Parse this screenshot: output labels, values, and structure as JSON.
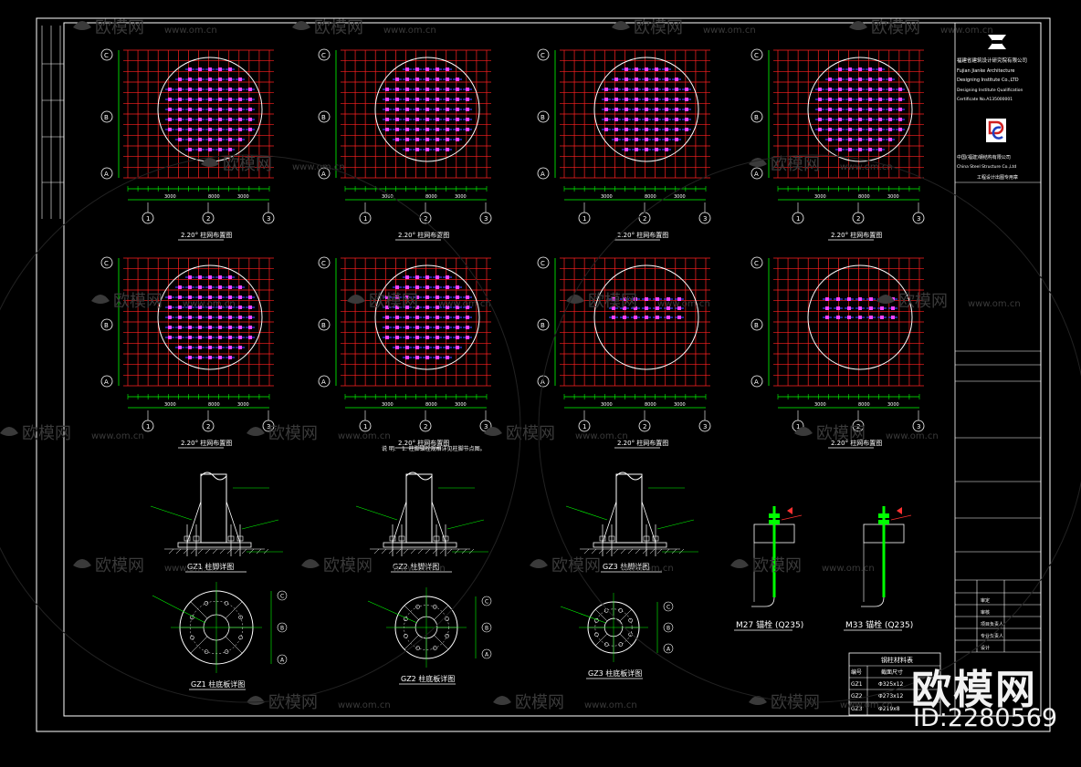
{
  "watermark": {
    "brand": "欧模网",
    "site": "www.om.cn",
    "big_brand": "欧模网",
    "id_label": "ID:2280569"
  },
  "plans": [
    {
      "title": "2.20° 柱网布置图",
      "dims": [
        "3000",
        "8000",
        "3000"
      ],
      "axes_h": [
        "1",
        "2",
        "3"
      ],
      "axes_v": [
        "C",
        "B",
        "A"
      ],
      "dense": true
    },
    {
      "title": "2.20° 柱网布置图",
      "dims": [
        "3000",
        "8000",
        "3000"
      ],
      "axes_h": [
        "1",
        "2",
        "3"
      ],
      "axes_v": [
        "C",
        "B",
        "A"
      ],
      "dense": true
    },
    {
      "title": "2.20° 柱网布置图",
      "dims": [
        "3000",
        "8000",
        "3000"
      ],
      "axes_h": [
        "1",
        "2",
        "3"
      ],
      "axes_v": [
        "C",
        "B",
        "A"
      ],
      "dense": true
    },
    {
      "title": "2.20° 柱网布置图",
      "dims": [
        "3000",
        "8000",
        "3000"
      ],
      "axes_h": [
        "1",
        "2",
        "3"
      ],
      "axes_v": [
        "C",
        "B",
        "A"
      ],
      "dense": true
    },
    {
      "title": "2.20° 柱网布置图",
      "dims": [
        "3000",
        "8000",
        "3000"
      ],
      "axes_h": [
        "1",
        "2",
        "3"
      ],
      "axes_v": [
        "C",
        "B",
        "A"
      ],
      "dense": true
    },
    {
      "title": "2.20° 柱网布置图",
      "dims": [
        "3000",
        "8000",
        "3000"
      ],
      "axes_h": [
        "1",
        "2",
        "3"
      ],
      "axes_v": [
        "C",
        "B",
        "A"
      ],
      "dense": true
    },
    {
      "title": "2.20° 柱网布置图",
      "dims": [
        "3000",
        "8000",
        "3000"
      ],
      "axes_h": [
        "1",
        "2",
        "3"
      ],
      "axes_v": [
        "C",
        "B",
        "A"
      ],
      "dense": false
    },
    {
      "title": "2.20° 柱网布置图",
      "dims": [
        "3000",
        "8000",
        "3000"
      ],
      "axes_h": [
        "1",
        "2",
        "3"
      ],
      "axes_v": [
        "C",
        "B",
        "A"
      ],
      "dense": false
    }
  ],
  "notes": {
    "line1": "说  明:",
    "line2": "1. 柱脚锚栓规格详见柱脚节点图。"
  },
  "sections": [
    {
      "title": "GZ1 柱脚详图"
    },
    {
      "title": "GZ2 柱脚详图"
    },
    {
      "title": "GZ3 柱脚详图"
    }
  ],
  "bases": [
    {
      "title": "GZ1 柱底板详图"
    },
    {
      "title": "GZ2 柱底板详图"
    },
    {
      "title": "GZ3 柱底板详图"
    }
  ],
  "bolts": [
    {
      "title": "M27 锚栓 (Q235)"
    },
    {
      "title": "M33 锚栓 (Q235)"
    }
  ],
  "table": {
    "title": "钢柱材料表",
    "headers": [
      "编号",
      "截面尺寸"
    ],
    "rows": [
      [
        "GZ1",
        "Φ325x12"
      ],
      [
        "GZ2",
        "Φ273x12"
      ],
      [
        "GZ3",
        "Φ219x8"
      ]
    ]
  },
  "titleblock": {
    "company_cn": "福建省建筑设计研究院有限公司",
    "company_en_1": "Fujian Jianke Architecture",
    "company_en_2": "Designing Institute Co.,LTD",
    "sub_en_1": "Designing Institute Qualification",
    "sub_en_2": "Certificate No.A135000001",
    "partner_cn": "中国(福建)钢结构有限公司",
    "partner_en": "China Steel Structure Co.,Ltd",
    "stamp": "工程设计出图专用章",
    "row_labels": [
      "审定",
      "审核",
      "项目负责人",
      "专业负责人",
      "设计"
    ]
  },
  "colors": {
    "background": "#000000",
    "grid_red": "#ff2020",
    "dim_green": "#00ff00",
    "circle_white": "#ffffff",
    "column_magenta": "#ff40ff",
    "column_blue": "#4040ff",
    "frame_white": "#ffffff"
  },
  "icons": [
    "logo-x-icon",
    "company-logo-icon"
  ]
}
